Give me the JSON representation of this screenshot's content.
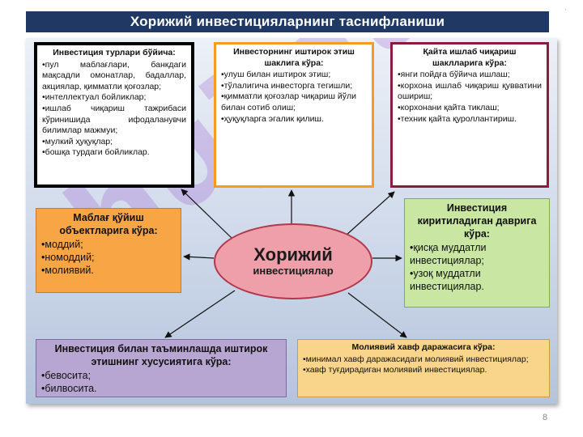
{
  "title": "Хорижий инвестицияларнинг таснифланиши",
  "corner_mark": "`",
  "watermark": "hujjat",
  "center": {
    "line1": "Хорижий",
    "line2": "инвестициялар"
  },
  "box_by_type": {
    "title": "Инвестиция турлари бўйича:",
    "items": [
      "•пул маблағлари, банкдаги мақсадли омонатлар, бадаллар, акциялар, қимматли қоғозлар;",
      "•интеллектуал бойликлар;",
      "•ишлаб чиқариш тажрибаси кўринишида ифодаланувчи билимлар мажмуи;",
      "•мулкий ҳуқуқлар;",
      "•бошқа турдаги бойликлар."
    ]
  },
  "box_by_participation": {
    "title": "Инвесторнинг иштирок этиш шаклига кўра:",
    "items": [
      "•улуш билан иштирок этиш;",
      "•тўлалигича инвесторга тегишли;",
      "•қимматли қоғозлар чиқариш йўли билан сотиб олиш;",
      "•ҳуқуқларга эгалик қилиш."
    ]
  },
  "box_by_reproduction": {
    "title": "Қайта ишлаб чиқариш шаклларига кўра:",
    "items": [
      "•янги пойдға бўйича ишлаш;",
      "•корхона ишлаб чиқариш қувватини ошириш;",
      "•корхонани қайта тиклаш;",
      "•техник қайта қуроллантириш."
    ]
  },
  "box_by_objects": {
    "title": "Маблағ қўйиш объектларига кўра:",
    "items": [
      "•моддий;",
      "•номоддий;",
      "•молиявий."
    ]
  },
  "box_by_period": {
    "title": "Инвестиция киритиладиган даврига кўра:",
    "items": [
      "•қисқа муддатли инвестициялар;",
      "•узоқ муддатли инвестициялар."
    ]
  },
  "box_by_ownership": {
    "title": "Инвестиция билан таъминлашда иштирок этишнинг хусусиятига кўра:",
    "items": [
      "•бевосита;",
      "•билвосита."
    ]
  },
  "box_by_risk": {
    "title": "Молиявий хавф даражасига кўра:",
    "items": [
      "•минимал хавф даражасидаги молиявий инвестициялар;",
      "•хавф туғдирадиган молиявий инвестициялар."
    ]
  },
  "page_number": "8"
}
